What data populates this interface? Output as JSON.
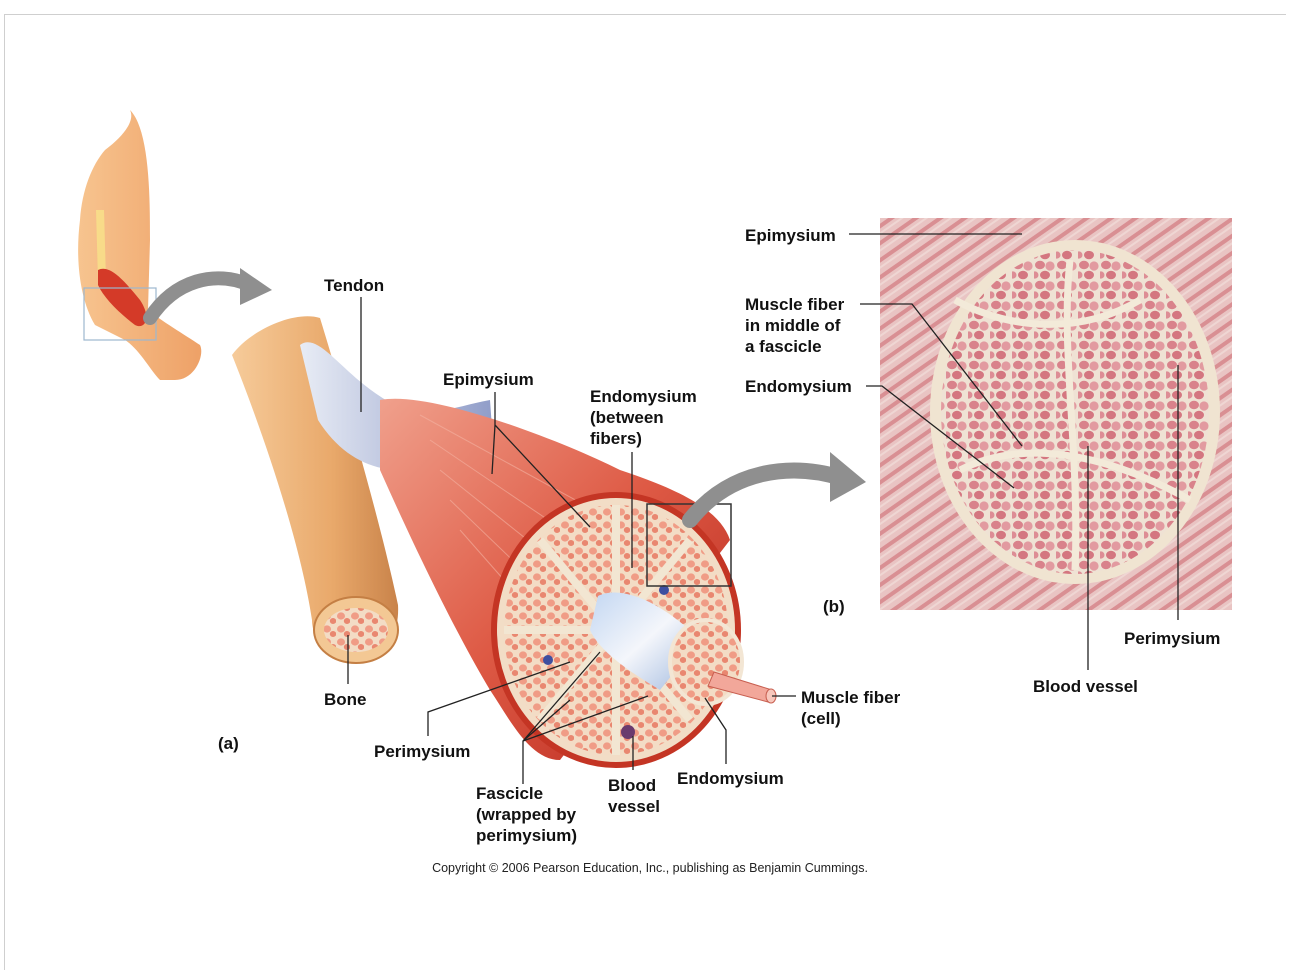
{
  "panel_a": {
    "label": "(a)",
    "callouts": {
      "tendon": "Tendon",
      "bone": "Bone",
      "epimysium": "Epimysium",
      "endomysium_between": "Endomysium\n(between\nfibers)",
      "perimysium": "Perimysium",
      "fascicle": "Fascicle\n(wrapped by\nperimysium)",
      "blood_vessel": "Blood\nvessel",
      "endomysium": "Endomysium",
      "muscle_fiber": "Muscle fiber\n(cell)"
    }
  },
  "panel_b": {
    "label": "(b)",
    "callouts": {
      "epimysium": "Epimysium",
      "muscle_fiber_middle": "Muscle fiber\nin middle of\na fascicle",
      "endomysium": "Endomysium",
      "perimysium": "Perimysium",
      "blood_vessel": "Blood vessel"
    }
  },
  "copyright": "Copyright © 2006 Pearson Education, Inc., publishing as Benjamin Cummings.",
  "colors": {
    "skin": "#f3b77e",
    "muscle": "#d8402f",
    "tendon": "#cdd3e6",
    "bone": "#e9a96b",
    "connective": "#efe4cf",
    "histology_bg": "#e4b8b9",
    "histology_cell": "#d67d86",
    "arrow": "#8f8f8f"
  }
}
